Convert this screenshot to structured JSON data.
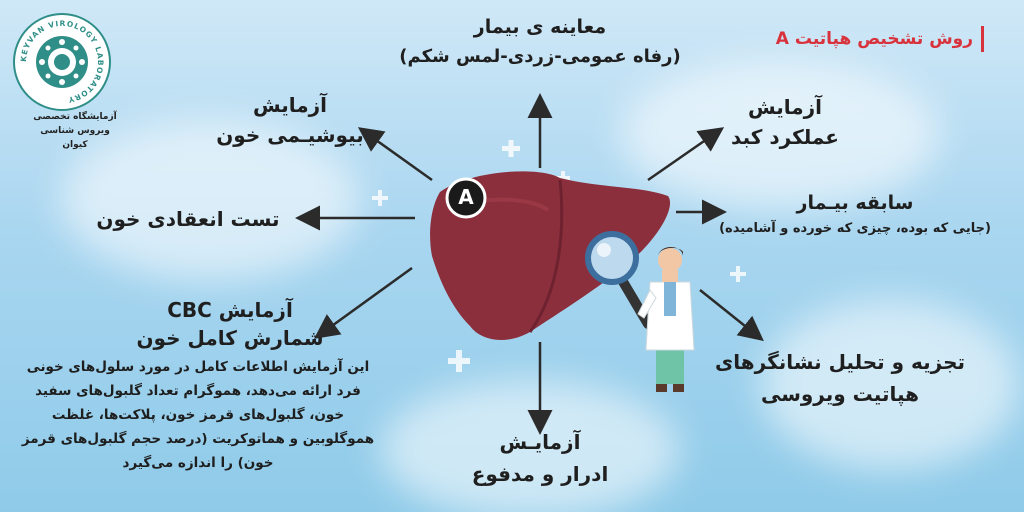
{
  "title": "روش تشخیص هپاتیت A",
  "logo": {
    "ring_text": "KEYVAN VIROLOGY LABORATORY",
    "lab_name_line1": "آزمایشگاه تخصصی",
    "lab_name_line2": "ویروس شناسی کیوان"
  },
  "center_badge": "A",
  "nodes": {
    "exam_title": "معاینه ی بیمار",
    "exam_sub": "(رفاه عمومی-زردی-لمس شکم)",
    "biochem_l1": "آزمایش",
    "biochem_l2": "بیوشیـمی خون",
    "liver_l1": "آزمایش",
    "liver_l2": "عملکرد کبد",
    "coag": "تست انعقادی خون",
    "history_title": "سابقه بیـمار",
    "history_sub": "(جایی که بوده، چیزی که خورده و آشامیده)",
    "cbc_l1": "آزمایش CBC",
    "cbc_l2": "شمارش کامل خون",
    "cbc_desc": "این آزمایش اطلاعات کامل در مورد سلول‌های خونی فرد ارائه می‌دهد، هموگرام تعداد گلبول‌های سفید خون، گلبول‌های قرمز خون، پلاکت‌ها، غلظت هموگلوبین و هماتوکریت (درصد حجم گلبول‌های قرمز خون) را اندازه می‌گیرد",
    "analysis_l1": "تجزیه و تحلیل نشانگرهای",
    "analysis_l2": "هپاتیت ویروسی",
    "urine_l1": "آزمایـش",
    "urine_l2": "ادرار و مدفوع"
  },
  "colors": {
    "title_red": "#d8323c",
    "liver": "#8c2f3c",
    "liver_dark": "#6e2230",
    "arrow": "#2b2b2b"
  },
  "icons": [
    "logo-icon",
    "liver-icon",
    "magnifier-icon",
    "doctor-icon",
    "plus-icon"
  ]
}
